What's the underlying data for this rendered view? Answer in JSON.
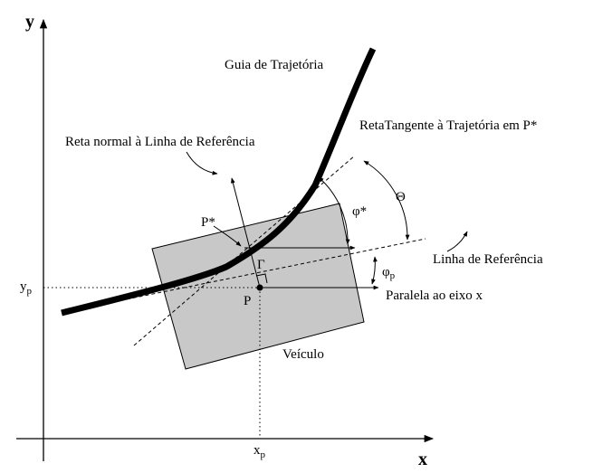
{
  "axes": {
    "x_label": "x",
    "y_label": "y",
    "x_point_label": "x",
    "x_point_sub": "p",
    "y_point_label": "y",
    "y_point_sub": "p"
  },
  "labels": {
    "guide": "Guia de Trajetória",
    "tangent": "RetaTangente à Trajetória em P*",
    "normal": "Reta normal à Linha de Referência",
    "reference": "Linha de Referência",
    "parallel": "Paralela ao eixo x",
    "vehicle": "Veículo",
    "p_star": "P*",
    "p": "P",
    "gamma": "Γ",
    "phi_star": "φ*",
    "phi_p": "φ",
    "phi_p_sub": "p",
    "theta": "Θ"
  },
  "colors": {
    "vehicle_fill": "#c8c8c8",
    "stroke": "#000000"
  }
}
